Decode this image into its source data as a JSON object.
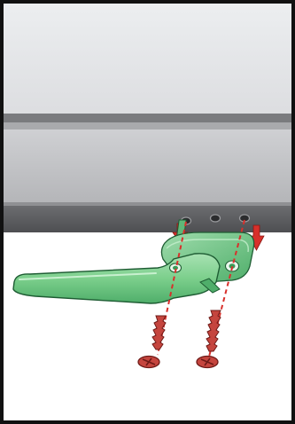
{
  "illustration": {
    "subject": "window-handle-installation",
    "colors": {
      "border": "#111111",
      "wall_light": "#e7e8ea",
      "wall_mid": "#c4c5c8",
      "wall_dark": "#5e5f62",
      "sill": "#ffffff",
      "handle_green": "#7ccf8c",
      "handle_green_dark": "#3a9a57",
      "handle_outline": "#1e5c33",
      "screw_red": "#c5453e",
      "screw_dark": "#6e1a17",
      "arrow_red": "#d8302b",
      "guide_line": "#d8302b"
    },
    "parts": {
      "handle": "lever-handle",
      "screws": 2,
      "mounting_holes": 3,
      "spindle": "square-spindle"
    },
    "annotations": {
      "motion_arrows": "down",
      "alignment_lines": "dashed"
    }
  }
}
